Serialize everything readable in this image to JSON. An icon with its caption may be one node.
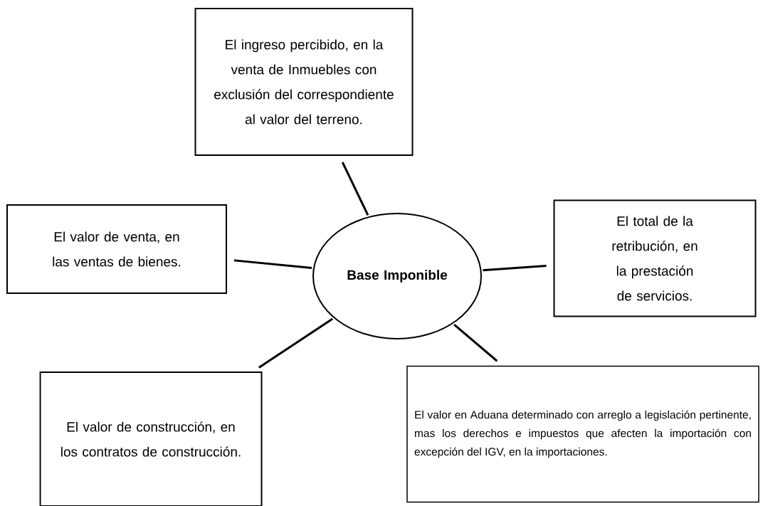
{
  "diagram": {
    "nodes": [
      {
        "text": [
          "El ingreso percibido, en la venta de Inmuebles con exclusión del correspondiente al valor del terreno."
        ]
      },
      {
        "text": [
          "El valor de venta, en las ventas de bienes."
        ]
      },
      {
        "text": [
          "Base Imponible"
        ]
      },
      {
        "text": [
          "El total de la retribución, en la prestación de servicios."
        ]
      },
      {
        "text": [
          "El valor de construcción, en los contratos de construcción."
        ]
      },
      {
        "text": [
          "El valor en Aduana determinado con arreglo a legislación pertinente, mas los derechos e impuestos que afecten la importación con excepción del IGV, en la importaciones."
        ]
      }
    ],
    "edges": [
      {
        "from": 2,
        "to": 0,
        "arrow": "none"
      },
      {
        "from": 2,
        "to": 1,
        "arrow": "none"
      },
      {
        "from": 2,
        "to": 3,
        "arrow": "none"
      },
      {
        "from": 2,
        "to": 4,
        "arrow": "none"
      },
      {
        "from": 2,
        "to": 5,
        "arrow": "none"
      }
    ]
  }
}
